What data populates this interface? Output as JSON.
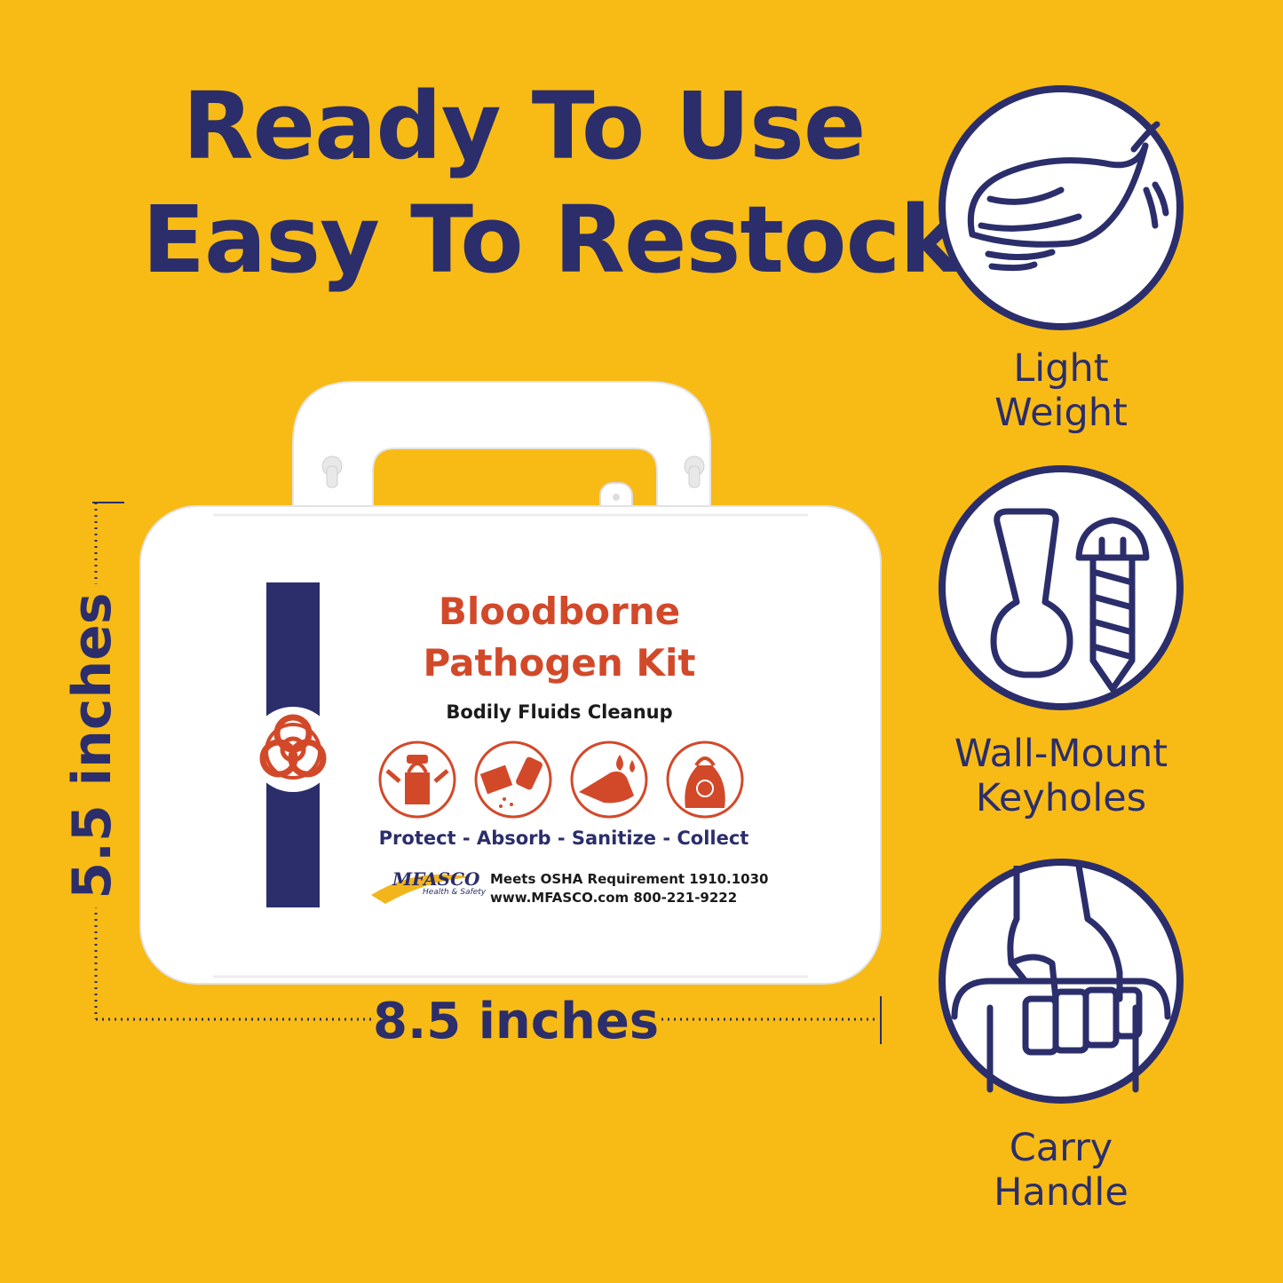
{
  "headline": {
    "line1": "Ready To Use",
    "line2": "Easy To Restock"
  },
  "kit": {
    "title_line1": "Bloodborne",
    "title_line2": "Pathogen Kit",
    "subtitle": "Bodily Fluids Cleanup",
    "steps": "Protect - Absorb - Sanitize - Collect",
    "brand_name": "MFASCO",
    "brand_sub": "Health & Safety",
    "info_line1": "Meets OSHA Requirement 1910.1030",
    "info_line2": "www.MFASCO.com 800-221-9222",
    "icons": [
      "protect-icon",
      "absorb-icon",
      "sanitize-icon",
      "collect-icon"
    ]
  },
  "dimensions": {
    "height_label": "5.5 inches",
    "width_label": "8.5 inches"
  },
  "features": [
    {
      "icon": "feather-icon",
      "line1": "Light",
      "line2": "Weight"
    },
    {
      "icon": "keyhole-screw-icon",
      "line1": "Wall-Mount",
      "line2": "Keyholes"
    },
    {
      "icon": "hand-grip-icon",
      "line1": "Carry",
      "line2": "Handle"
    }
  ],
  "colors": {
    "background": "#F8BB16",
    "navy": "#2B2E6B",
    "orange_red": "#D2492A",
    "white": "#FFFFFF"
  }
}
